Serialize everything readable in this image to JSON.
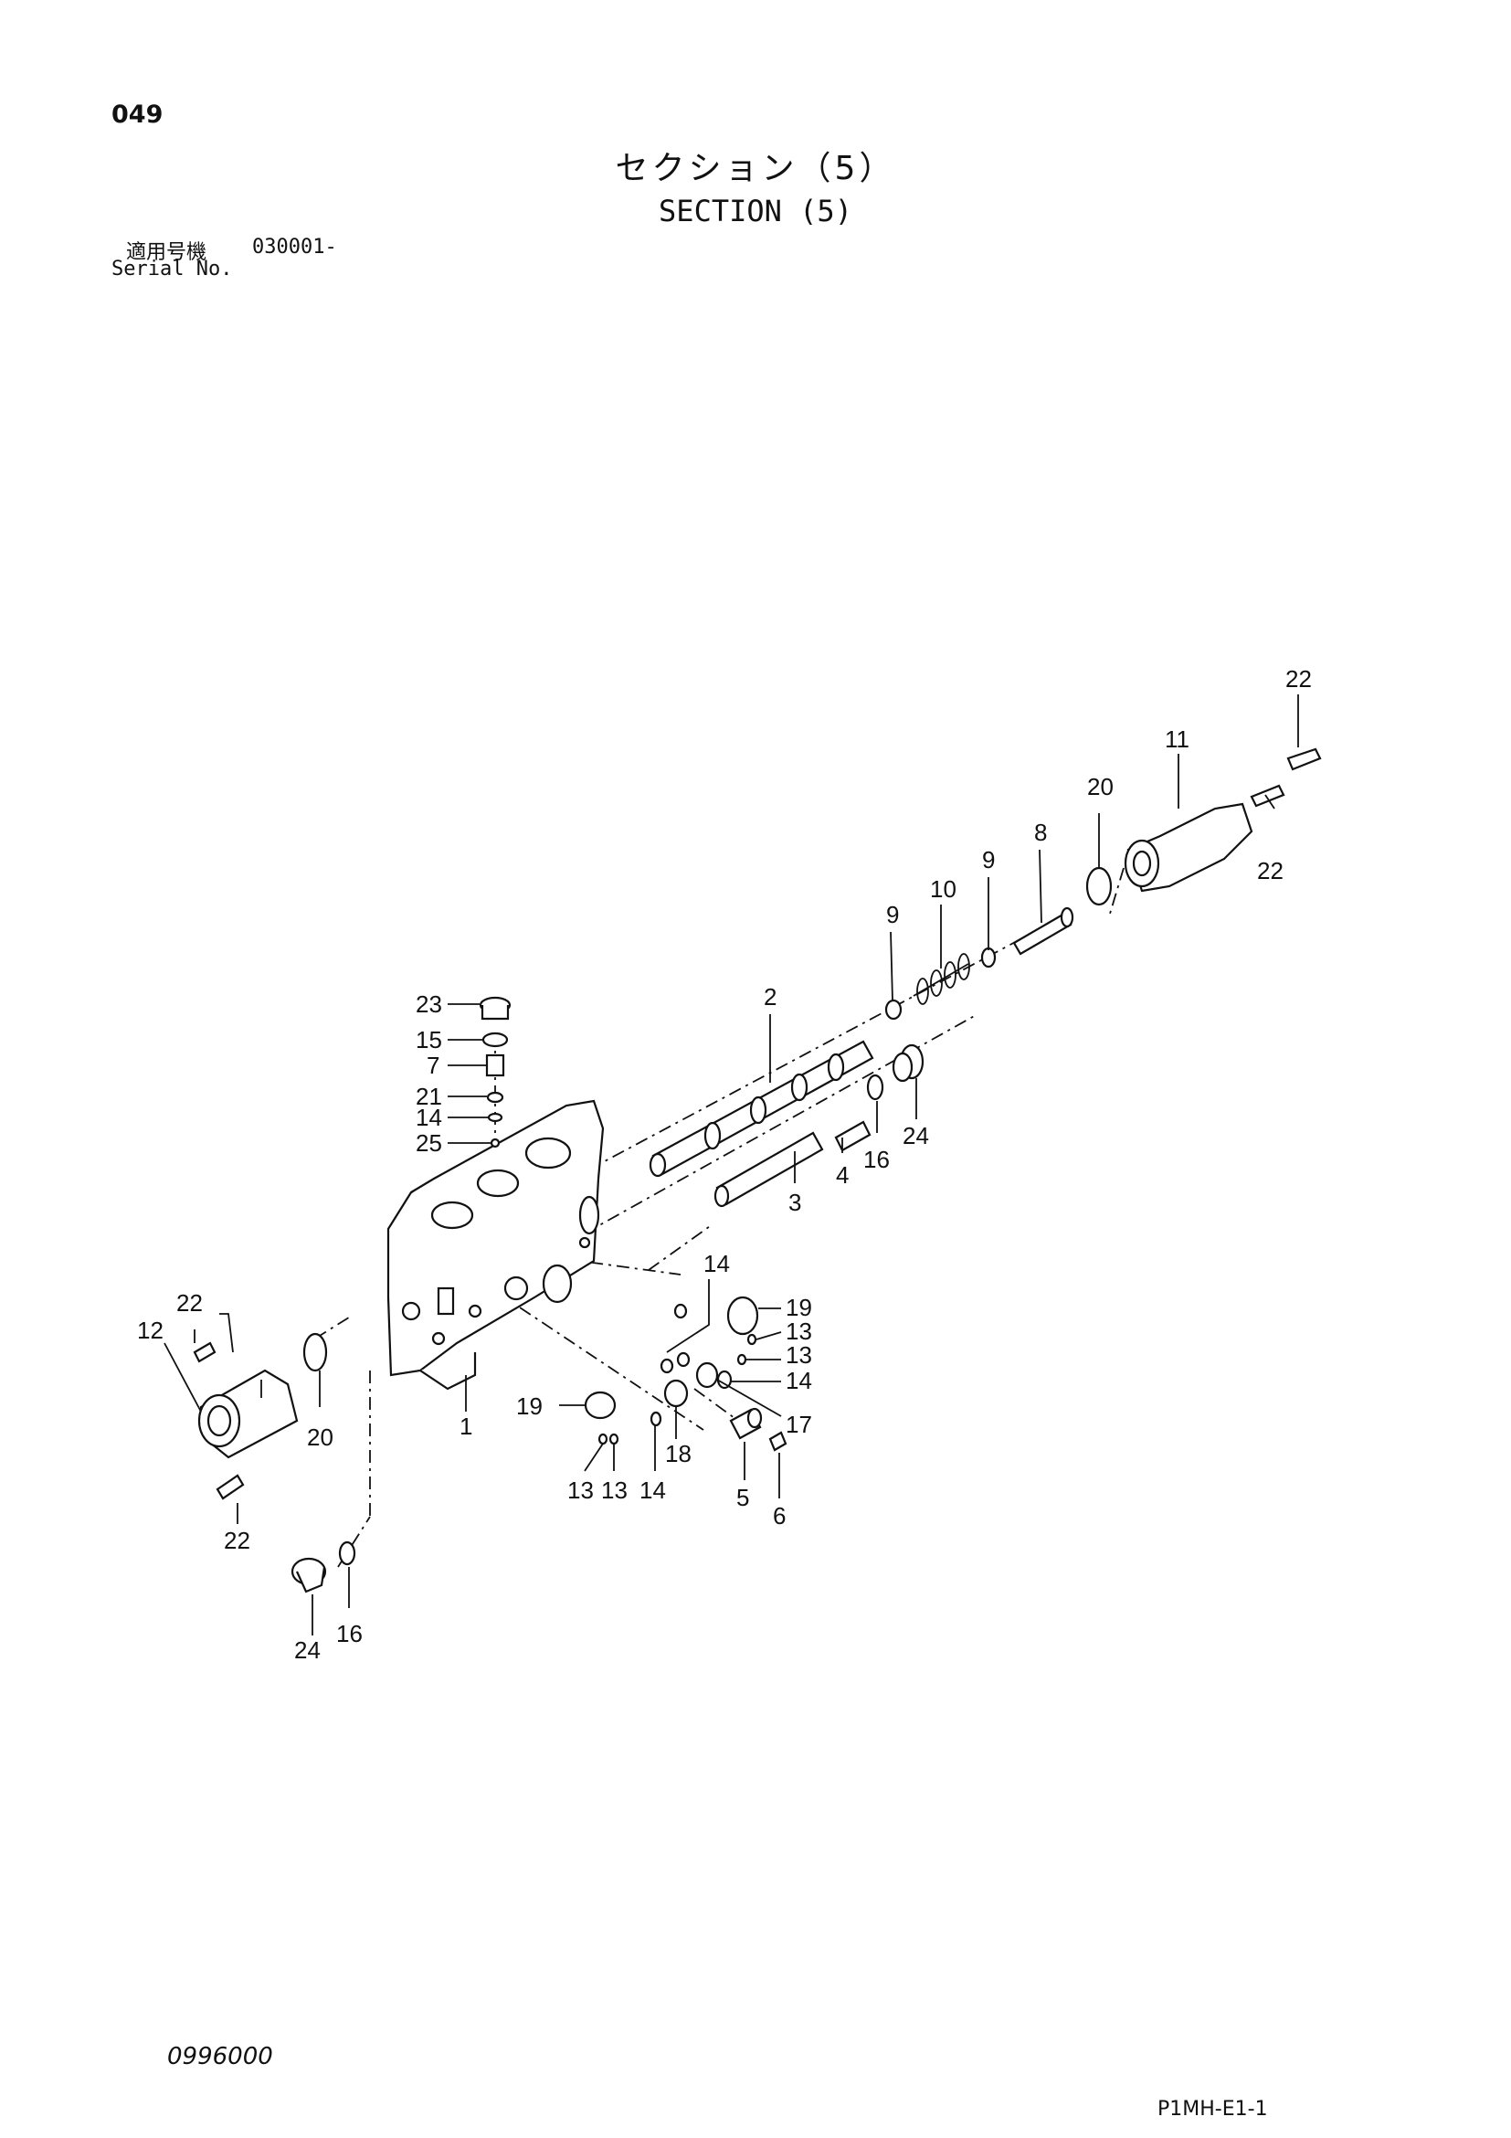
{
  "header": {
    "page_number": "049",
    "title_jp": "セクション（5）",
    "title_en": "SECTION (5)",
    "serial_label_jp": "適用号機",
    "serial_value": "030001-",
    "serial_label_en": "Serial No."
  },
  "footer": {
    "doc_code": "0996000",
    "page_code": "P1MH-E1-1"
  },
  "callouts": [
    {
      "id": "c22a",
      "text": "22"
    },
    {
      "id": "c11",
      "text": "11"
    },
    {
      "id": "c20a",
      "text": "20"
    },
    {
      "id": "c22b",
      "text": "22"
    },
    {
      "id": "c8",
      "text": "8"
    },
    {
      "id": "c9a",
      "text": "9"
    },
    {
      "id": "c10",
      "text": "10"
    },
    {
      "id": "c9b",
      "text": "9"
    },
    {
      "id": "c2",
      "text": "2"
    },
    {
      "id": "c23",
      "text": "23"
    },
    {
      "id": "c15",
      "text": "15"
    },
    {
      "id": "c7",
      "text": "7"
    },
    {
      "id": "c21",
      "text": "21"
    },
    {
      "id": "c14a",
      "text": "14"
    },
    {
      "id": "c25",
      "text": "25"
    },
    {
      "id": "c24a",
      "text": "24"
    },
    {
      "id": "c16a",
      "text": "16"
    },
    {
      "id": "c4",
      "text": "4"
    },
    {
      "id": "c3",
      "text": "3"
    },
    {
      "id": "c14b",
      "text": "14"
    },
    {
      "id": "c19a",
      "text": "19"
    },
    {
      "id": "c13a",
      "text": "13"
    },
    {
      "id": "c13b",
      "text": "13"
    },
    {
      "id": "c14c",
      "text": "14"
    },
    {
      "id": "c17",
      "text": "17"
    },
    {
      "id": "c22c",
      "text": "22"
    },
    {
      "id": "c12",
      "text": "12"
    },
    {
      "id": "c20b",
      "text": "20"
    },
    {
      "id": "c1",
      "text": "1"
    },
    {
      "id": "c19b",
      "text": "19"
    },
    {
      "id": "c18",
      "text": "18"
    },
    {
      "id": "c13c",
      "text": "13"
    },
    {
      "id": "c13d",
      "text": "13"
    },
    {
      "id": "c14d",
      "text": "14"
    },
    {
      "id": "c5",
      "text": "5"
    },
    {
      "id": "c6",
      "text": "6"
    },
    {
      "id": "c22d",
      "text": "22"
    },
    {
      "id": "c24b",
      "text": "24"
    },
    {
      "id": "c16b",
      "text": "16"
    }
  ]
}
